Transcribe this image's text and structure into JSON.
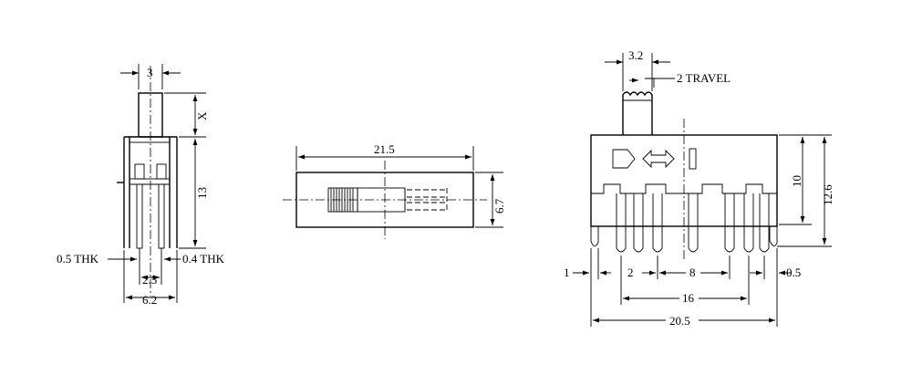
{
  "side_view": {
    "dim_top": "3",
    "dim_x": "X",
    "dim_height": "13",
    "dim_pin_left": "0.5  THK",
    "dim_pin_right": "0.4  THK",
    "dim_spacing": "2.5",
    "dim_width": "6.2"
  },
  "top_view": {
    "dim_length": "21.5",
    "dim_width": "6.7"
  },
  "front_view": {
    "dim_actuator": "3.2",
    "dim_travel": "2  TRAVEL",
    "dim_body": "10",
    "dim_total": "12.6",
    "dim_left_offset": "1",
    "dim_first_pitch": "2",
    "dim_pitch": "8",
    "dim_right_offset": "0.5",
    "dim_pin_span": "16",
    "dim_overall": "20.5"
  }
}
